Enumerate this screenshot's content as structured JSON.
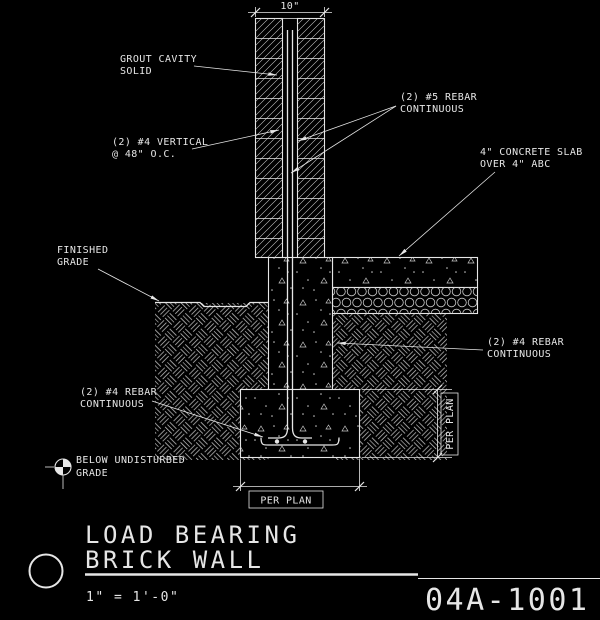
{
  "drawing_title": {
    "line1": "LOAD BEARING",
    "line2": "BRICK WALL",
    "scale": "1\" = 1'-0\"",
    "sheet_number": "04A-1001"
  },
  "dimensions": {
    "wall_width": "10\"",
    "footing_width": "PER PLAN",
    "footing_depth": "PER PLAN"
  },
  "callouts": {
    "grout": {
      "l1": "GROUT CAVITY",
      "l2": "SOLID"
    },
    "vert_rebar": {
      "l1": "(2) #4 VERTICAL",
      "l2": "@ 48\" O.C."
    },
    "rebar5": {
      "l1": "(2) #5 REBAR",
      "l2": "CONTINUOUS"
    },
    "slab": {
      "l1": "4\" CONCRETE SLAB",
      "l2": "OVER 4\" ABC"
    },
    "fin_grade": {
      "l1": "FINISHED",
      "l2": "GRADE"
    },
    "rebar4_right": {
      "l1": "(2) #4 REBAR",
      "l2": "CONTINUOUS"
    },
    "rebar4_left": {
      "l1": "(2) #4 REBAR",
      "l2": "CONTINUOUS"
    },
    "below_grade": {
      "l1": "BELOW UNDISTURBED",
      "l2": "GRADE"
    }
  },
  "colors": {
    "background": "#000000",
    "line": "#e6e6e6"
  }
}
